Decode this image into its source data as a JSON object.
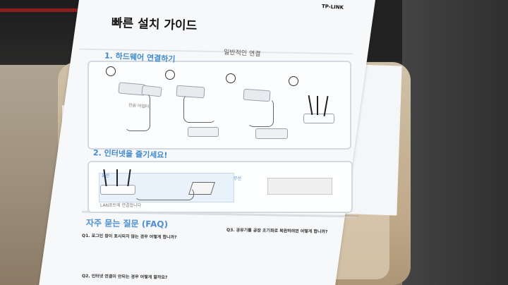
{
  "brand": "TP-LINK",
  "title": "빠른 설치 가이드",
  "section_general": "일반적인 연결",
  "section1": "1. 하드웨어 연결하기",
  "section2": "2. 인터넷을 즐기세요!",
  "faq": "자주 묻는 질문 (FAQ)",
  "wired_label": "유선",
  "wireless_label": "무선",
  "lan_label": "LAN포트에 연결합니다",
  "router_label": "전원 어댑터",
  "q1": "Q1. 로그인 창이 표시되지 않는 경우 어떻게 합니까?",
  "q2": "Q2. 인터넷 연결이 안되는 경우 어떻게 할까요?",
  "q3": "Q3. 공유기를 공장 초기화로 복원하려면 어떻게 합니까?"
}
